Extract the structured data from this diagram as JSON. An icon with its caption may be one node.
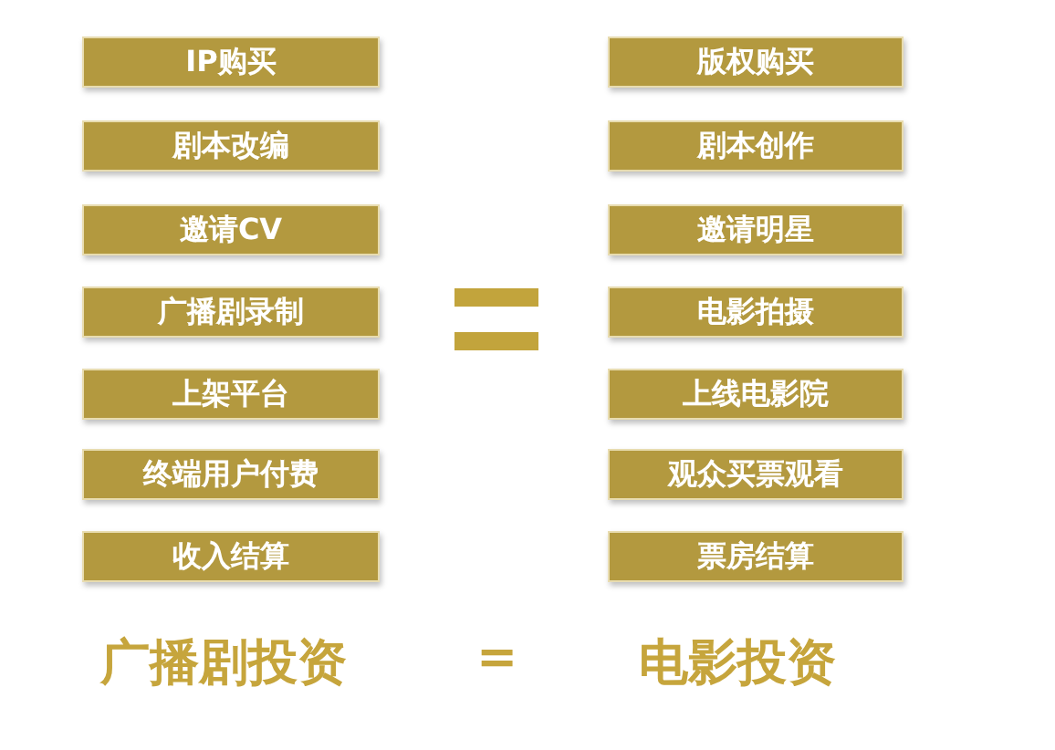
{
  "diagram": {
    "nodes": [
      {
        "text": [
          "IP购买"
        ]
      },
      {
        "text": [
          "剧本改编"
        ]
      },
      {
        "text": [
          "邀请CV"
        ]
      },
      {
        "text": [
          "广播剧录制"
        ]
      },
      {
        "text": [
          "上架平台"
        ]
      },
      {
        "text": [
          "终端用户付费"
        ]
      },
      {
        "text": [
          "收入结算"
        ]
      },
      {
        "text": [
          "版权购买"
        ]
      },
      {
        "text": [
          "剧本创作"
        ]
      },
      {
        "text": [
          "邀请明星"
        ]
      },
      {
        "text": [
          "电影拍摄"
        ]
      },
      {
        "text": [
          "上线电影院"
        ]
      },
      {
        "text": [
          "观众买票观看"
        ]
      },
      {
        "text": [
          "票房结算"
        ]
      }
    ],
    "labels": [
      "广播剧投资",
      "=",
      "电影投资"
    ]
  }
}
